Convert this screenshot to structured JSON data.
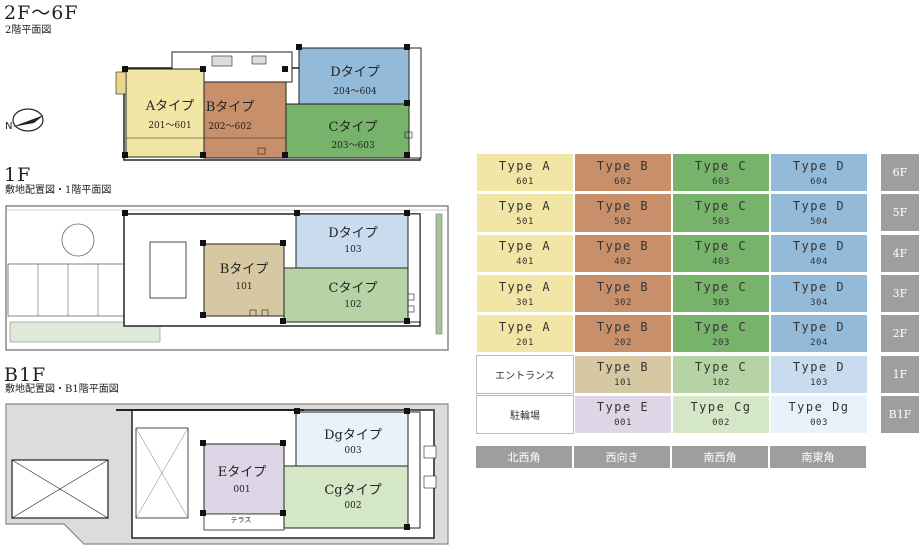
{
  "plans": {
    "upper": {
      "title": "2F〜6F",
      "subtitle": "2階平面図",
      "rooms": {
        "a": {
          "type": "Aタイプ",
          "nums": "201〜601"
        },
        "b": {
          "type": "Bタイプ",
          "nums": "202〜602"
        },
        "c": {
          "type": "Cタイプ",
          "nums": "203〜603"
        },
        "d": {
          "type": "Dタイプ",
          "nums": "204〜604"
        }
      }
    },
    "first": {
      "title": "1F",
      "subtitle": "敷地配置図・1階平面図",
      "rooms": {
        "b": {
          "type": "Bタイプ",
          "nums": "101"
        },
        "c": {
          "type": "Cタイプ",
          "nums": "102"
        },
        "d": {
          "type": "Dタイプ",
          "nums": "103"
        }
      }
    },
    "basement": {
      "title": "B1F",
      "subtitle": "敷地配置図・B1階平面図",
      "rooms": {
        "e": {
          "type": "Eタイプ",
          "nums": "001"
        },
        "cg": {
          "type": "Cgタイプ",
          "nums": "002"
        },
        "dg": {
          "type": "Dgタイプ",
          "nums": "003"
        }
      },
      "terrace": "テラス"
    }
  },
  "grid": {
    "rows": [
      {
        "floor": "6F",
        "cells": [
          [
            "Type A",
            "601"
          ],
          [
            "Type B",
            "602"
          ],
          [
            "Type C",
            "603"
          ],
          [
            "Type D",
            "604"
          ]
        ]
      },
      {
        "floor": "5F",
        "cells": [
          [
            "Type A",
            "501"
          ],
          [
            "Type B",
            "502"
          ],
          [
            "Type C",
            "503"
          ],
          [
            "Type D",
            "504"
          ]
        ]
      },
      {
        "floor": "4F",
        "cells": [
          [
            "Type A",
            "401"
          ],
          [
            "Type B",
            "402"
          ],
          [
            "Type C",
            "403"
          ],
          [
            "Type D",
            "404"
          ]
        ]
      },
      {
        "floor": "3F",
        "cells": [
          [
            "Type A",
            "301"
          ],
          [
            "Type B",
            "302"
          ],
          [
            "Type C",
            "303"
          ],
          [
            "Type D",
            "304"
          ]
        ]
      },
      {
        "floor": "2F",
        "cells": [
          [
            "Type A",
            "201"
          ],
          [
            "Type B",
            "202"
          ],
          [
            "Type C",
            "203"
          ],
          [
            "Type D",
            "204"
          ]
        ]
      },
      {
        "floor": "1F",
        "cells": [
          [
            "エントランス",
            ""
          ],
          [
            "Type B",
            "101"
          ],
          [
            "Type C",
            "102"
          ],
          [
            "Type D",
            "103"
          ]
        ]
      },
      {
        "floor": "B1F",
        "cells": [
          [
            "駐輪場",
            ""
          ],
          [
            "Type E",
            "001"
          ],
          [
            "Type Cg",
            "002"
          ],
          [
            "Type Dg",
            "003"
          ]
        ]
      }
    ],
    "orientations": [
      "北西角",
      "西向き",
      "南西角",
      "南東角"
    ]
  },
  "colors": {
    "typeA": "#f2e6a6",
    "typeB": "#c8906a",
    "typeC": "#77b36a",
    "typeD": "#93bad9",
    "typeB1F": "#d6c8a3",
    "typeC1F": "#b6d3a5",
    "typeD1F": "#c9dbee",
    "typeE": "#ddd6e6",
    "typeCg": "#d4e7c6",
    "typeDg": "#e8f2fa",
    "label_gray": "#9e9e9e"
  }
}
